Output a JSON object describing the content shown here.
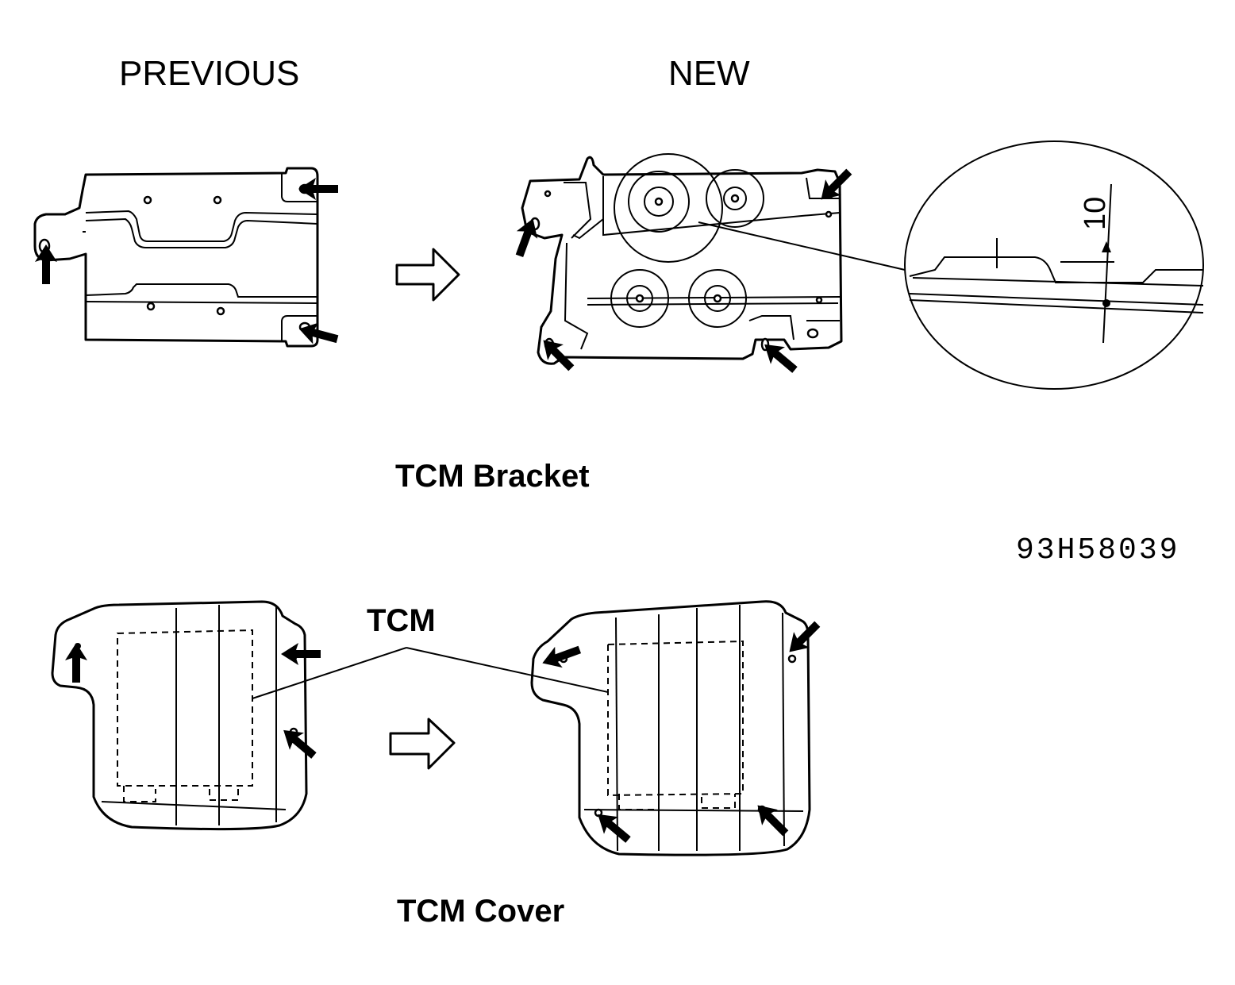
{
  "labels": {
    "previous": "PREVIOUS",
    "new": "NEW",
    "bracket_caption": "TCM Bracket",
    "cover_caption": "TCM Cover",
    "tcm": "TCM",
    "detail_dimension": "10",
    "figure_code": "93H58039"
  }
}
